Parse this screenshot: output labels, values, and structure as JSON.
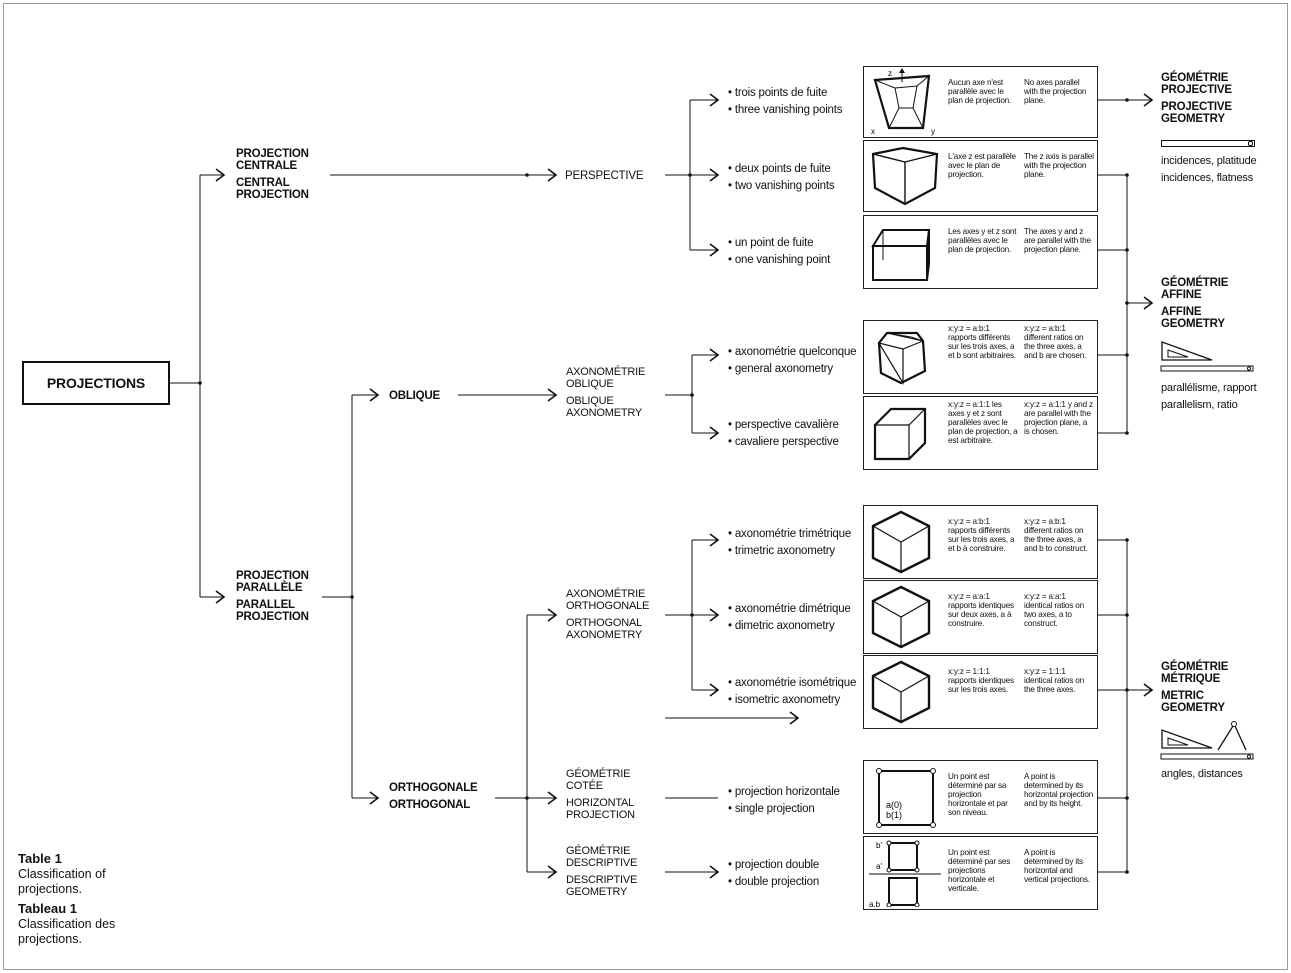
{
  "root": "PROJECTIONS",
  "central": {
    "fr": "PROJECTION CENTRALE",
    "en": "CENTRAL PROJECTION"
  },
  "parallel": {
    "fr": "PROJECTION PARALLÈLE",
    "en": "PARALLEL PROJECTION"
  },
  "perspective": "PERSPECTIVE",
  "oblique": "OBLIQUE",
  "orthogonale": {
    "fr": "ORTHOGONALE",
    "en": "ORTHOGONAL"
  },
  "axo_oblique": {
    "fr": "AXONOMÉTRIE OBLIQUE",
    "en": "OBLIQUE AXONOMETRY"
  },
  "axo_ortho": {
    "fr": "AXONOMÉTRIE ORTHOGONALE",
    "en": "ORTHOGONAL AXONOMETRY"
  },
  "cotee": {
    "fr": "GÉOMÉTRIE COTÉE",
    "en": "HORIZONTAL PROJECTION"
  },
  "descriptive": {
    "fr": "GÉOMÉTRIE DESCRIPTIVE",
    "en": "DESCRIPTIVE GEOMETRY"
  },
  "rows": [
    {
      "fr": "trois points de fuite",
      "en": "three vanishing points",
      "desc_fr": "Aucun axe n'est parallèle avec le plan de projection.",
      "desc_en": "No axes parallel with the projection plane.",
      "fig": "3pt",
      "fig_labels": [
        "z",
        "x",
        "y"
      ]
    },
    {
      "fr": "deux points de fuite",
      "en": "two vanishing points",
      "desc_fr": "L'axe z est parallèle avec le plan de projection.",
      "desc_en": "The z axis is parallel with the projection plane.",
      "fig": "2pt"
    },
    {
      "fr": "un point de fuite",
      "en": "one vanishing point",
      "desc_fr": "Les axes y et z sont parallèles avec le plan de projection.",
      "desc_en": "The axes y and z are parallel with the projection plane.",
      "fig": "1pt"
    },
    {
      "fr": "axonométrie quelconque",
      "en": "general axonometry",
      "desc_fr": "x:y:z = a:b:1 rapports différents sur les trois axes, a et b sont arbitraires.",
      "desc_en": "x:y:z = a:b:1 different ratios on the three axes, a and b are chosen.",
      "fig": "cube"
    },
    {
      "fr": "perspective cavalière",
      "en": "cavaliere perspective",
      "desc_fr": "x:y:z = a:1:1 les axes y et z sont parallèles avec le plan de projection, a est arbitraire.",
      "desc_en": "x:y:z = a:1:1 y and z are parallel with the projection plane, a is chosen.",
      "fig": "cav"
    },
    {
      "fr": "axonométrie trimétrique",
      "en": "trimetric axonometry",
      "desc_fr": "x:y:z = a:b:1 rapports différents sur les trois axes, a et b à construire.",
      "desc_en": "x:y:z = a:b:1 different ratios on the three axes, a and b to construct.",
      "fig": "hex"
    },
    {
      "fr": "axonométrie dimétrique",
      "en": "dimetric axonometry",
      "desc_fr": "x:y:z = a:a:1 rapports identiques sur deux axes, a à construire.",
      "desc_en": "x:y:z = a:a:1 identical ratios on two axes, a to construct.",
      "fig": "hex"
    },
    {
      "fr": "axonométrie isométrique",
      "en": "isometric axonometry",
      "desc_fr": "x:y:z = 1:1:1 rapports identiques sur les trois axes.",
      "desc_en": "x:y:z = 1:1:1 identical ratios on the three axes.",
      "fig": "hex"
    },
    {
      "fr": "projection horizontale",
      "en": "single projection",
      "desc_fr": "Un point est déterminé par sa projection horizontale et par son niveau.",
      "desc_en": "A point is determined by its horizontal projection and by its height.",
      "fig": "cote",
      "fig_labels": [
        "a(0)",
        "b(1)"
      ]
    },
    {
      "fr": "projection double",
      "en": "double projection",
      "desc_fr": "Un point est déterminé par ses projections horizontale et verticale.",
      "desc_en": "A point is determined by its horizontal and vertical projections.",
      "fig": "double",
      "fig_labels": [
        "b'",
        "a'",
        "a,b"
      ]
    }
  ],
  "geometries": [
    {
      "fr": "GÉOMÉTRIE PROJECTIVE",
      "en": "PROJECTIVE GEOMETRY",
      "props_fr": "incidences, platitude",
      "props_en": "incidences, flatness"
    },
    {
      "fr": "GÉOMÉTRIE AFFINE",
      "en": "AFFINE GEOMETRY",
      "props_fr": "parallélisme, rapport",
      "props_en": "parallelism, ratio"
    },
    {
      "fr": "GÉOMÉTRIE MÉTRIQUE",
      "en": "METRIC GEOMETRY",
      "props": "angles, distances"
    }
  ],
  "caption": {
    "en_title": "Table 1",
    "en_text": "Classification of projections.",
    "fr_title": "Tableau 1",
    "fr_text": "Classification des projections."
  }
}
